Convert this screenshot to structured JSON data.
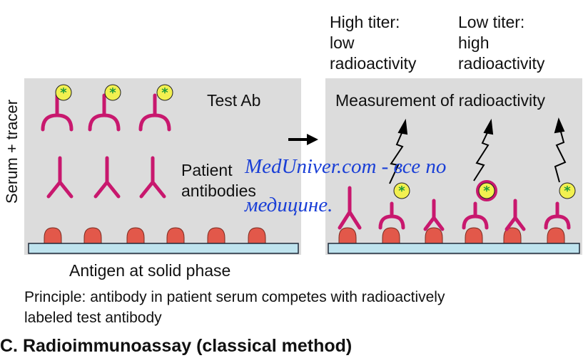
{
  "header": {
    "high_titer": [
      "High titer:",
      "low",
      "radioactivity"
    ],
    "low_titer": [
      "Low titer:",
      "high",
      "radioactivity"
    ]
  },
  "left_panel": {
    "side_label": "Serum + tracer",
    "test_ab_label": "Test Ab",
    "patient_label": [
      "Patient",
      "antibodies"
    ],
    "antigen_label": "Antigen at solid phase"
  },
  "right_panel": {
    "measurement_label": "Measurement of radioactivity"
  },
  "watermark": [
    "MedUniver.com - все по",
    "медицине."
  ],
  "principle": [
    "Principle: antibody in patient serum competes with radioactively",
    "labeled test antibody"
  ],
  "caption": "C. Radioimmunoassay (classical method)",
  "colors": {
    "panel": "#dcdcdc",
    "antibody": "#c8186e",
    "antigen": "#e2584a",
    "solid_phase": "#bfe3ee",
    "tracer": "#f2f050",
    "star": "#1f9a3a",
    "watermark": "#1a3fd6"
  },
  "icons": [
    "antibody-y-icon",
    "tracer-star-icon",
    "antigen-bump-icon",
    "radiation-zigzag-icon",
    "arrow-right-icon"
  ]
}
